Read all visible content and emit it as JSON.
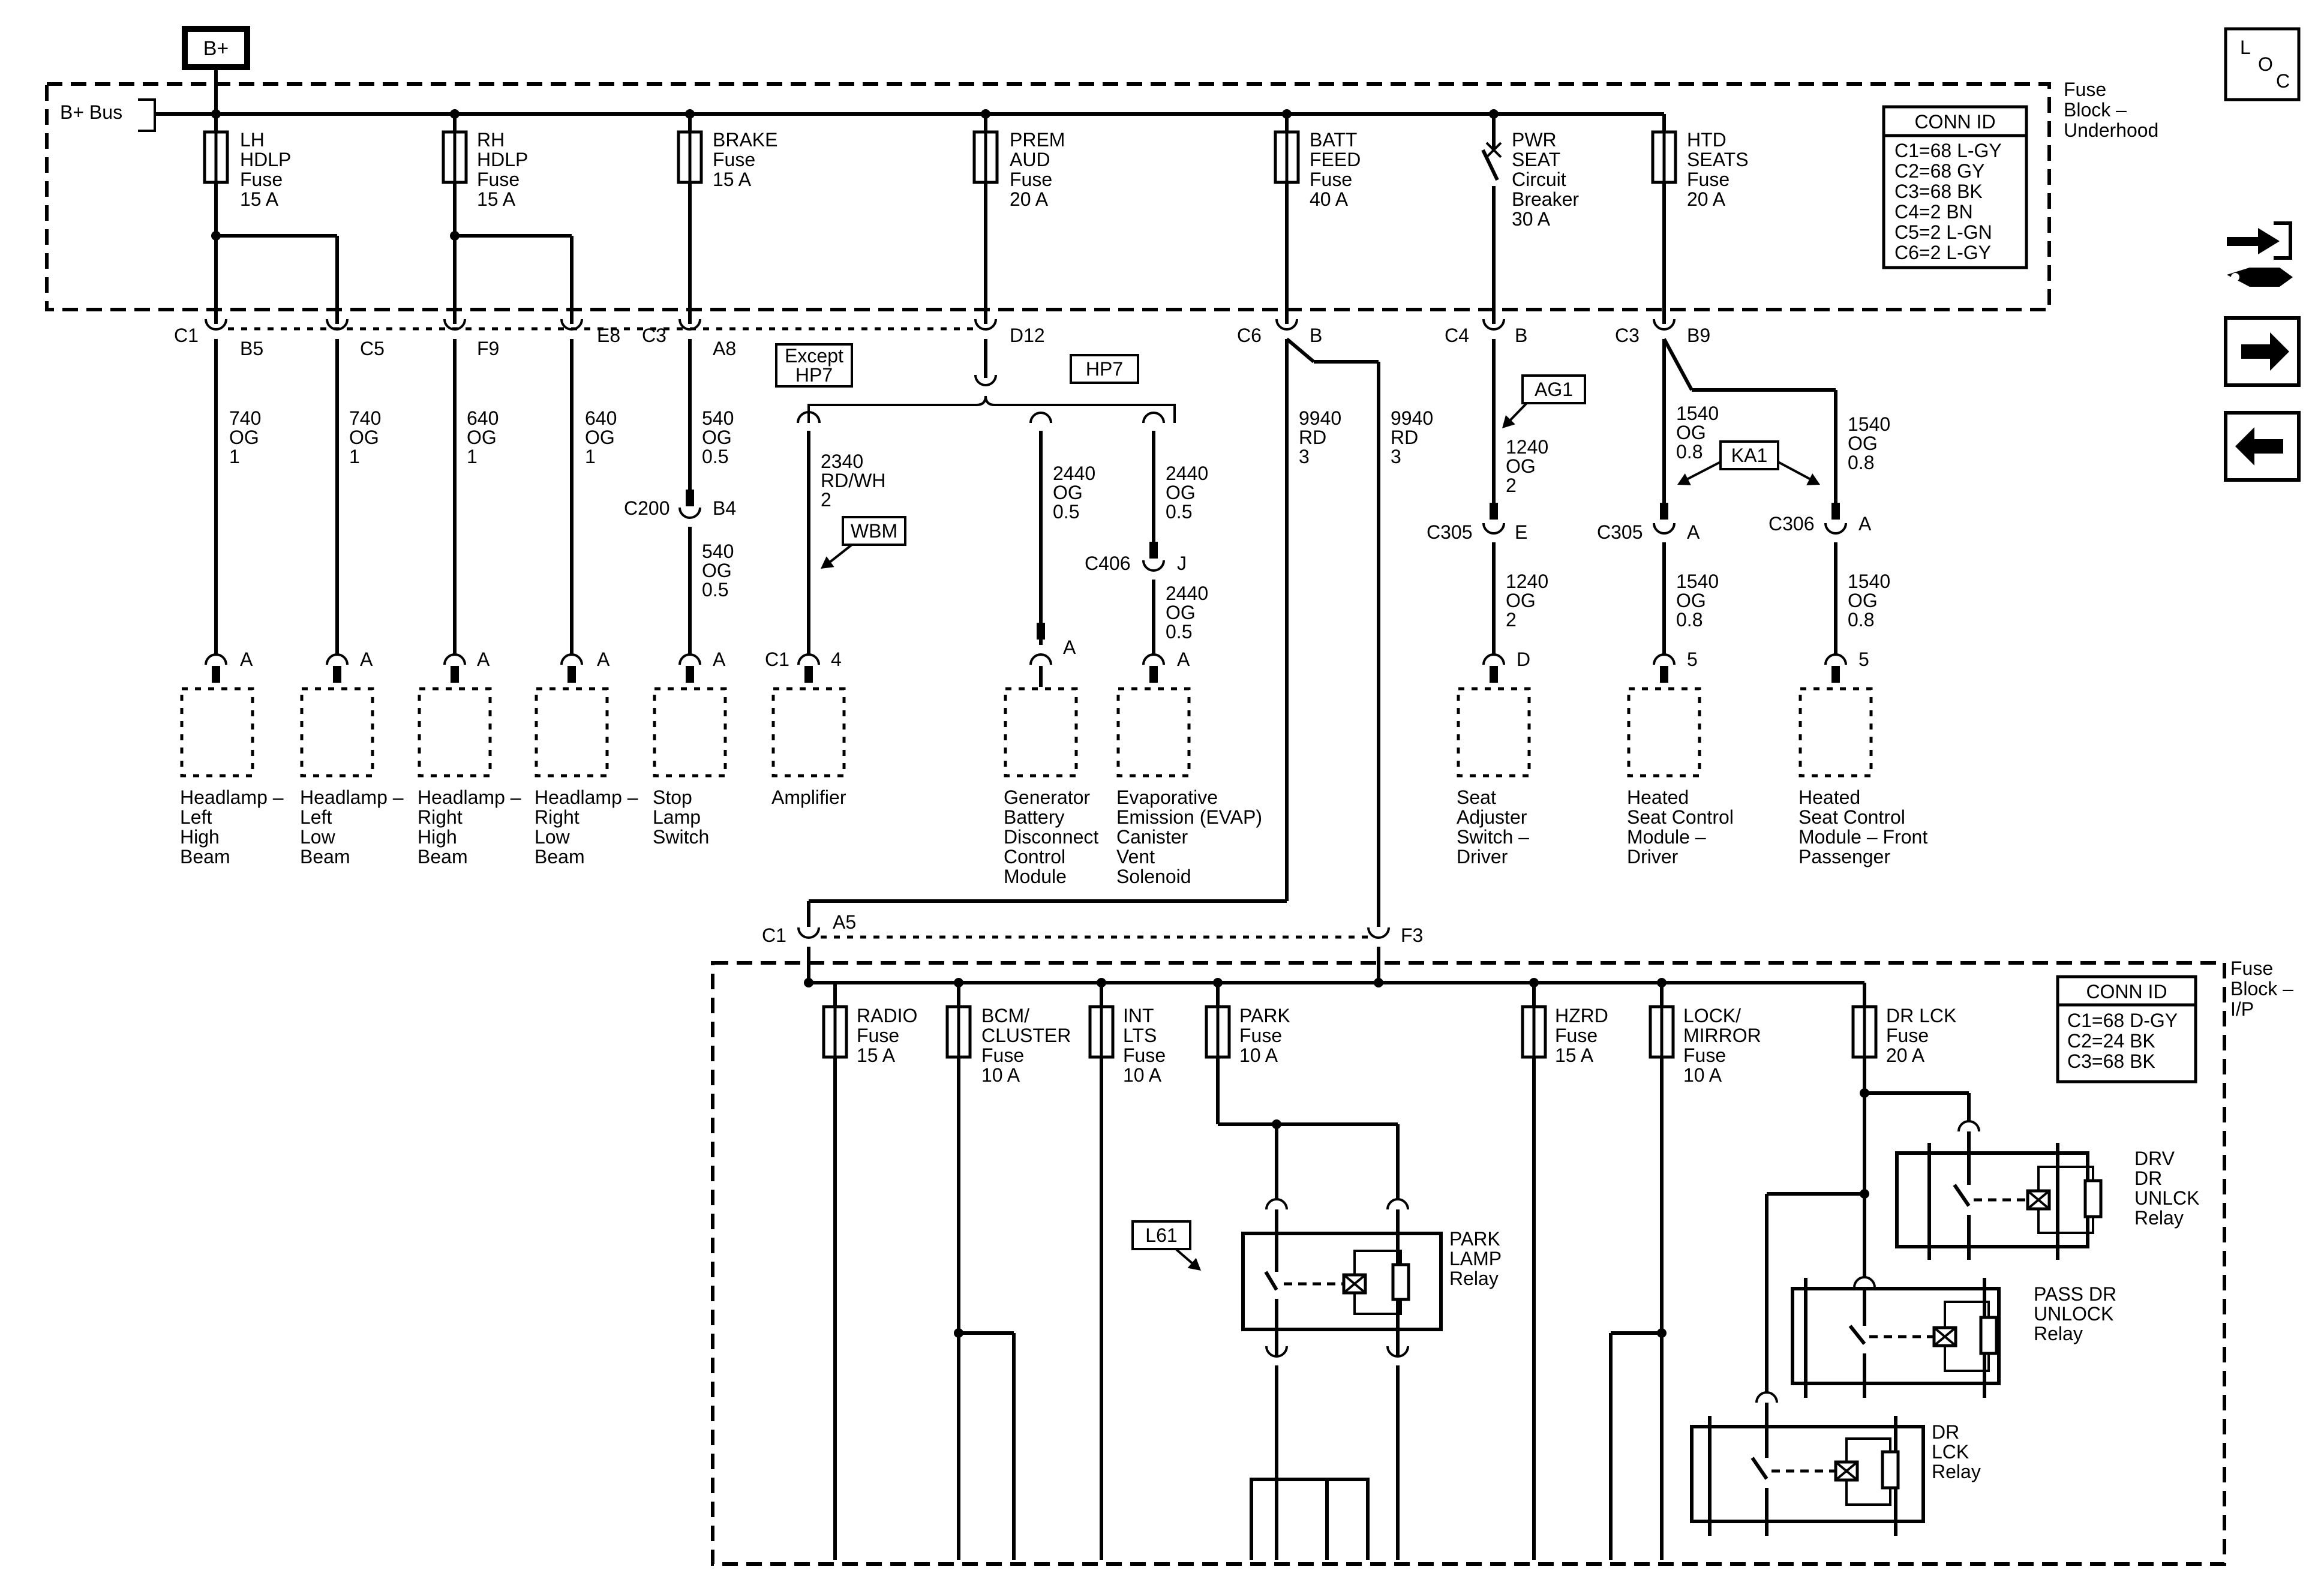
{
  "bplus_label": "B+",
  "bus_label": "B+ Bus",
  "underhood_block": [
    "Fuse",
    "Block –",
    "Underhood"
  ],
  "ip_block": [
    "Fuse",
    "Block –",
    "I/P"
  ],
  "underhood_conn_title": "CONN ID",
  "underhood_conn": [
    "C1=68 L-GY",
    "C2=68 GY",
    "C3=68 BK",
    "C4=2 BN",
    "C5=2 L-GN",
    "C6=2 L-GY"
  ],
  "ip_conn_title": "CONN ID",
  "ip_conn": [
    "C1=68 D-GY",
    "C2=24 BK",
    "C3=68 BK"
  ],
  "loc_letters": [
    "L",
    "O",
    "C"
  ],
  "nav_icons": [
    "service-info-icon",
    "next-arrow-icon",
    "previous-arrow-icon"
  ],
  "underhood_fuses": [
    [
      "LH",
      "HDLP",
      "Fuse",
      "15 A"
    ],
    [
      "RH",
      "HDLP",
      "Fuse",
      "15 A"
    ],
    [
      "BRAKE",
      "Fuse",
      "15 A"
    ],
    [
      "PREM",
      "AUD",
      "Fuse",
      "20 A"
    ],
    [
      "BATT",
      "FEED",
      "Fuse",
      "40 A"
    ],
    [
      "PWR",
      "SEAT",
      "Circuit",
      "Breaker",
      "30 A"
    ],
    [
      "HTD",
      "SEATS",
      "Fuse",
      "20 A"
    ]
  ],
  "pins": {
    "c1": "C1",
    "b5": "B5",
    "c5": "C5",
    "f9": "F9",
    "e8": "E8",
    "c3a": "C3",
    "a8": "A8",
    "d12": "D12",
    "c6": "C6",
    "b": "B",
    "c4": "C4",
    "b2": "B",
    "c3b": "C3",
    "b9": "B9",
    "c200": "C200",
    "b4": "B4",
    "c406": "C406",
    "j": "J",
    "c305a": "C305",
    "e": "E",
    "c305b": "C305",
    "a1": "A",
    "c306": "C306",
    "a2": "A",
    "amp_c1": "C1",
    "amp_4": "4",
    "d": "D",
    "five1": "5",
    "five2": "5",
    "ip_c1": "C1",
    "a5": "A5",
    "f3": "F3"
  },
  "pin_a": "A",
  "options": {
    "except_hp7": [
      "Except",
      "HP7"
    ],
    "hp7": "HP7",
    "wbm": "WBM",
    "ag1": "AG1",
    "ka1": "KA1",
    "l61": "L61"
  },
  "wires": {
    "w740a": [
      "740",
      "OG",
      "1"
    ],
    "w740b": [
      "740",
      "OG",
      "1"
    ],
    "w640a": [
      "640",
      "OG",
      "1"
    ],
    "w640b": [
      "640",
      "OG",
      "1"
    ],
    "w540a": [
      "540",
      "OG",
      "0.5"
    ],
    "w540b": [
      "540",
      "OG",
      "0.5"
    ],
    "w2340": [
      "2340",
      "RD/WH",
      "2"
    ],
    "w2440a": [
      "2440",
      "OG",
      "0.5"
    ],
    "w2440b": [
      "2440",
      "OG",
      "0.5"
    ],
    "w2440c": [
      "2440",
      "OG",
      "0.5"
    ],
    "w9940a": [
      "9940",
      "RD",
      "3"
    ],
    "w9940b": [
      "9940",
      "RD",
      "3"
    ],
    "w1240a": [
      "1240",
      "OG",
      "2"
    ],
    "w1240b": [
      "1240",
      "OG",
      "2"
    ],
    "w1540a": [
      "1540",
      "OG",
      "0.8"
    ],
    "w1540b": [
      "1540",
      "OG",
      "0.8"
    ],
    "w1540c": [
      "1540",
      "OG",
      "0.8"
    ],
    "w1540d": [
      "1540",
      "OG",
      "0.8"
    ]
  },
  "components": {
    "hl_lh": [
      "Headlamp –",
      "Left",
      "High",
      "Beam"
    ],
    "hl_ll": [
      "Headlamp –",
      "Left",
      "Low",
      "Beam"
    ],
    "hl_rh": [
      "Headlamp –",
      "Right",
      "High",
      "Beam"
    ],
    "hl_rl": [
      "Headlamp –",
      "Right",
      "Low",
      "Beam"
    ],
    "stop": [
      "Stop",
      "Lamp",
      "Switch"
    ],
    "amp": [
      "Amplifier"
    ],
    "gen": [
      "Generator",
      "Battery",
      "Disconnect",
      "Control",
      "Module"
    ],
    "evap": [
      "Evaporative",
      "Emission (EVAP)",
      "Canister",
      "Vent",
      "Solenoid"
    ],
    "seat": [
      "Seat",
      "Adjuster",
      "Switch –",
      "Driver"
    ],
    "htd_drv": [
      "Heated",
      "Seat Control",
      "Module –",
      "Driver"
    ],
    "htd_pass": [
      "Heated",
      "Seat Control",
      "Module – Front",
      "Passenger"
    ]
  },
  "ip_fuses": [
    [
      "RADIO",
      "Fuse",
      "15 A"
    ],
    [
      "BCM/",
      "CLUSTER",
      "Fuse",
      "10 A"
    ],
    [
      "INT",
      "LTS",
      "Fuse",
      "10 A"
    ],
    [
      "PARK",
      "Fuse",
      "10 A"
    ],
    [
      "HZRD",
      "Fuse",
      "15 A"
    ],
    [
      "LOCK/",
      "MIRROR",
      "Fuse",
      "10 A"
    ],
    [
      "DR LCK",
      "Fuse",
      "20 A"
    ]
  ],
  "relays": {
    "park": [
      "PARK",
      "LAMP",
      "Relay"
    ],
    "drv": [
      "DRV",
      "DR",
      "UNLCK",
      "Relay"
    ],
    "pass": [
      "PASS DR",
      "UNLOCK",
      "Relay"
    ],
    "drlck": [
      "DR",
      "LCK",
      "Relay"
    ]
  }
}
